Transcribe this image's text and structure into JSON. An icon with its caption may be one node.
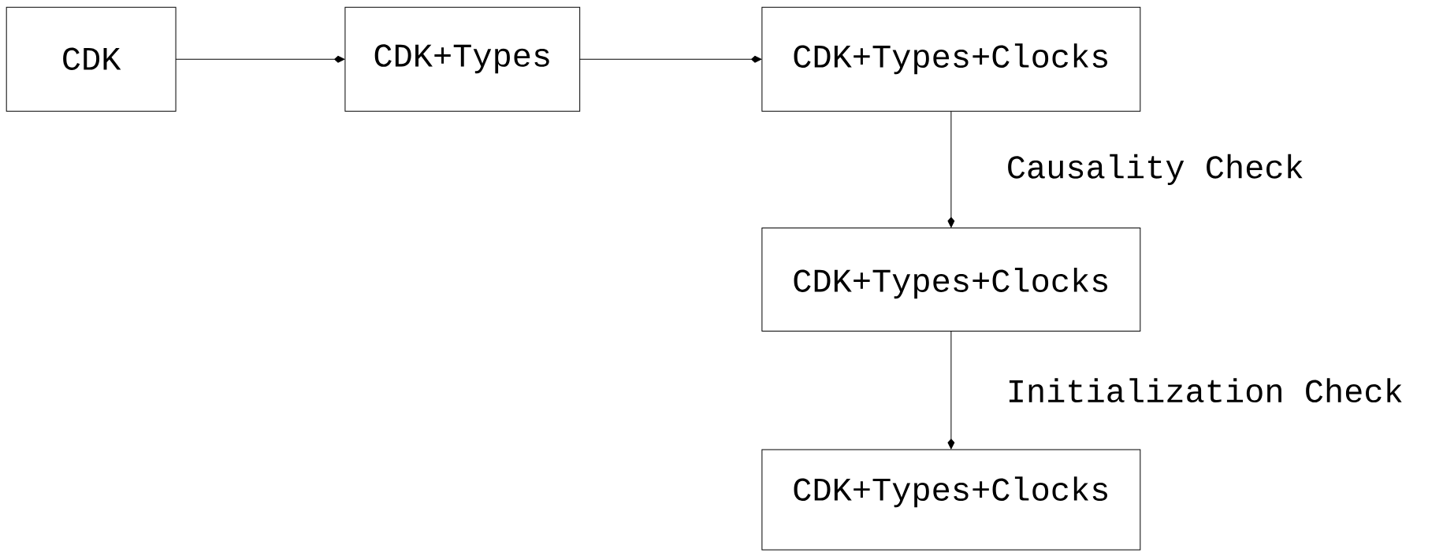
{
  "diagram": {
    "nodes": [
      {
        "text": [
          "CDK"
        ]
      },
      {
        "text": [
          "CDK+Types"
        ]
      },
      {
        "text": [
          "CDK+Types+Clocks"
        ]
      },
      {
        "text": [
          "CDK+Types+Clocks"
        ]
      },
      {
        "text": [
          "CDK+Types+Clocks"
        ]
      }
    ],
    "edges": [
      {
        "from": 0,
        "to": 1,
        "arrow": "to"
      },
      {
        "from": 1,
        "to": 2,
        "arrow": "to"
      },
      {
        "from": 2,
        "to": 3,
        "arrow": "to",
        "label": "Causality Check"
      },
      {
        "from": 3,
        "to": 4,
        "arrow": "to",
        "label": "Initialization Check"
      }
    ]
  }
}
